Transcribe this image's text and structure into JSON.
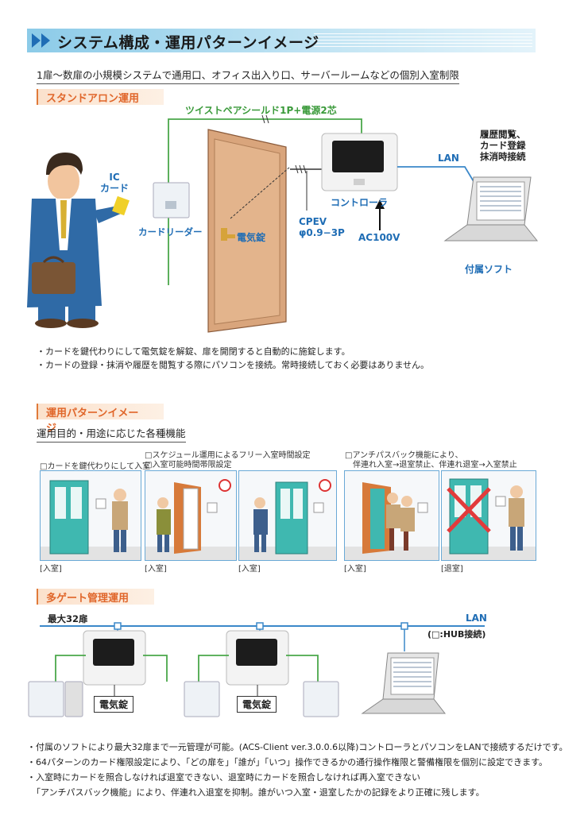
{
  "header": {
    "title": "システム構成・運用パターンイメージ"
  },
  "intro": "1扉〜数扉の小規模システムで通用口、オフィス出入り口、サーバールームなどの個別入室制限",
  "standalone": {
    "section_label": "スタンドアロン運用",
    "cable_label": "ツイストペアシールド1P+電源2芯",
    "ic_card_label": "IC\nカード",
    "card_reader_label": "カードリーダー",
    "lock_label": "電気錠",
    "controller_label": "コントローラ",
    "cpev_label": "CPEV\nφ0.9−3P",
    "ac_label": "AC100V",
    "lan_label": "LAN",
    "pc_note": "履歴閲覧、\nカード登録\n抹消時接続",
    "software_label": "付属ソフト",
    "notes": [
      "・カードを鍵代わりにして電気錠を解錠、扉を開閉すると自動的に施錠します。",
      "・カードの登録・抹消や履歴を閲覧する際にパソコンを接続。常時接続しておく必要はありません。"
    ]
  },
  "patterns": {
    "section_label": "運用パターンイメージ",
    "subtitle": "運用目的・用途に応じた各種機能",
    "group1_caption": "□カードを鍵代わりにして入室",
    "group2_caption": "□スケジュール運用によるフリー入室時間設定\n□入室可能時間帯限設定",
    "group3_caption": "□アンチパスバック機能により、\n　伴連れ入室→退室禁止、伴連れ退室→入室禁止",
    "scene_captions": [
      "[入室]",
      "[入室]",
      "[入室]",
      "[入室]",
      "[退室]"
    ]
  },
  "multigate": {
    "section_label": "多ゲート管理運用",
    "max_doors_label": "最大32扉",
    "lan_label": "LAN",
    "hub_note": "(□:HUB接続)",
    "lock_label": "電気錠",
    "notes": [
      "・付属のソフトにより最大32扉まで一元管理が可能。(ACS-Client ver.3.0.0.6以降)コントローラとパソコンをLANで接続するだけです。",
      "・64パターンのカード権限設定により、「どの扉を」「誰が」「いつ」操作できるかの通行操作権限と警備権限を個別に設定できます。",
      "・入室時にカードを照合しなければ退室できない、退室時にカードを照合しなければ再入室できない",
      "「アンチパスバック機能」により、伴連れ入退室を抑制。誰がいつ入室・退室したかの記録をより正確に残します。"
    ]
  },
  "colors": {
    "accent_blue": "#1f6db5",
    "line_green": "#4aa84a",
    "section_orange": "#e0662a",
    "door_teal": "#3fb8b0"
  }
}
